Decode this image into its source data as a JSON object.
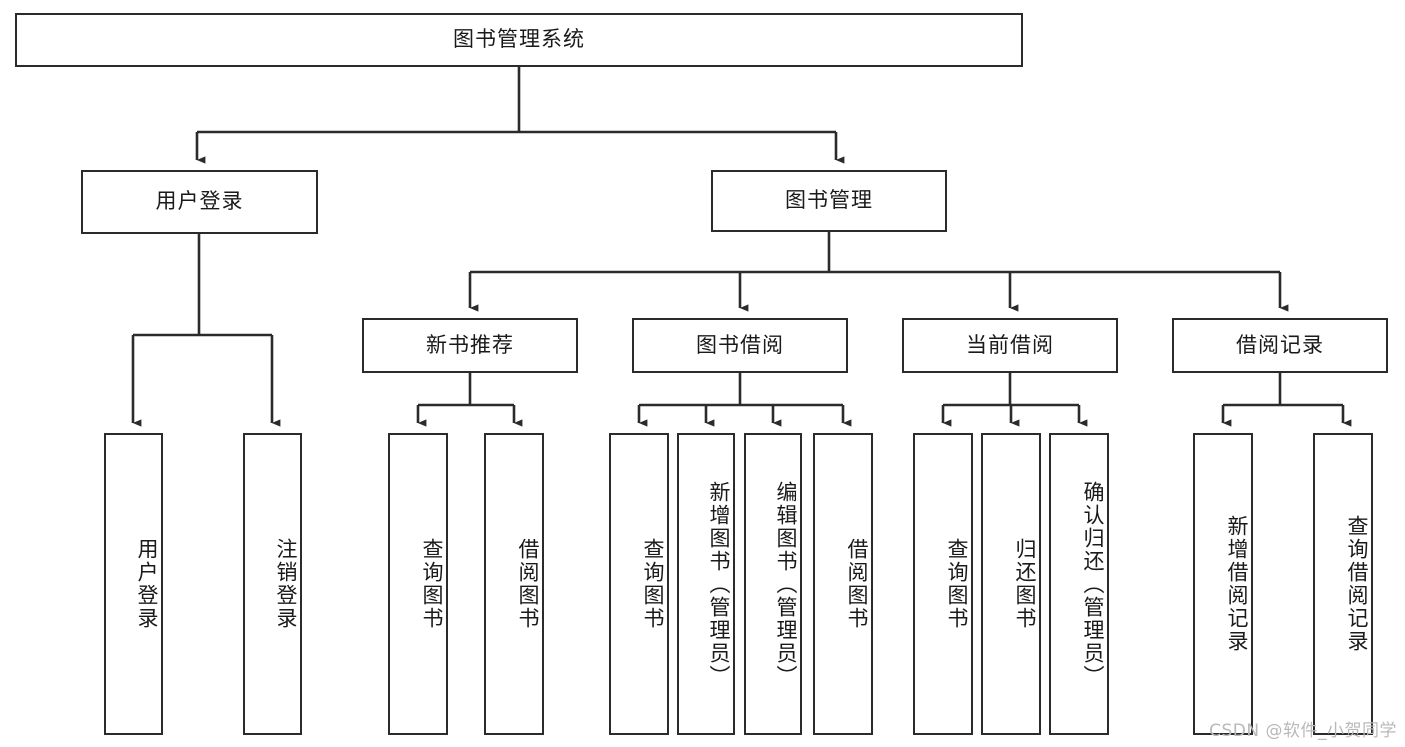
{
  "diagram": {
    "title": "图书管理系统",
    "type": "功能结构图",
    "root": {
      "label": "图书管理系统",
      "id": "root"
    },
    "level1": [
      {
        "id": "user-login",
        "label": "用户登录"
      },
      {
        "id": "book-manage",
        "label": "图书管理"
      }
    ],
    "level2": [
      {
        "id": "new-book-recommend",
        "label": "新书推荐"
      },
      {
        "id": "book-borrow",
        "label": "图书借阅"
      },
      {
        "id": "current-borrow",
        "label": "当前借阅"
      },
      {
        "id": "borrow-record",
        "label": "借阅记录"
      }
    ],
    "leaves": {
      "user_login": [
        {
          "id": "leaf-user-login",
          "label": "用户登录"
        },
        {
          "id": "leaf-user-logout",
          "label": "注销登录"
        }
      ],
      "new_book_recommend": [
        {
          "id": "leaf-query-book-1",
          "label": "查询图书"
        },
        {
          "id": "leaf-borrow-book-1",
          "label": "借阅图书"
        }
      ],
      "book_borrow": [
        {
          "id": "leaf-query-book-2",
          "label": "查询图书"
        },
        {
          "id": "leaf-add-book",
          "label": "新增图书（管理员）"
        },
        {
          "id": "leaf-edit-book",
          "label": "编辑图书（管理员）"
        },
        {
          "id": "leaf-borrow-book-2",
          "label": "借阅图书"
        }
      ],
      "current_borrow": [
        {
          "id": "leaf-query-book-3",
          "label": "查询图书"
        },
        {
          "id": "leaf-return-book",
          "label": "归还图书"
        },
        {
          "id": "leaf-confirm-return",
          "label": "确认归还（管理员）"
        }
      ],
      "borrow_record": [
        {
          "id": "leaf-add-record",
          "label": "新增借阅记录"
        },
        {
          "id": "leaf-query-record",
          "label": "查询借阅记录"
        }
      ]
    }
  },
  "watermark": {
    "text": "CSDN @软件_小贺同学"
  },
  "colors": {
    "stroke": "#2b2b2b",
    "background": "#ffffff",
    "text": "#1a1a1a",
    "watermark": "#b9b9b9"
  }
}
